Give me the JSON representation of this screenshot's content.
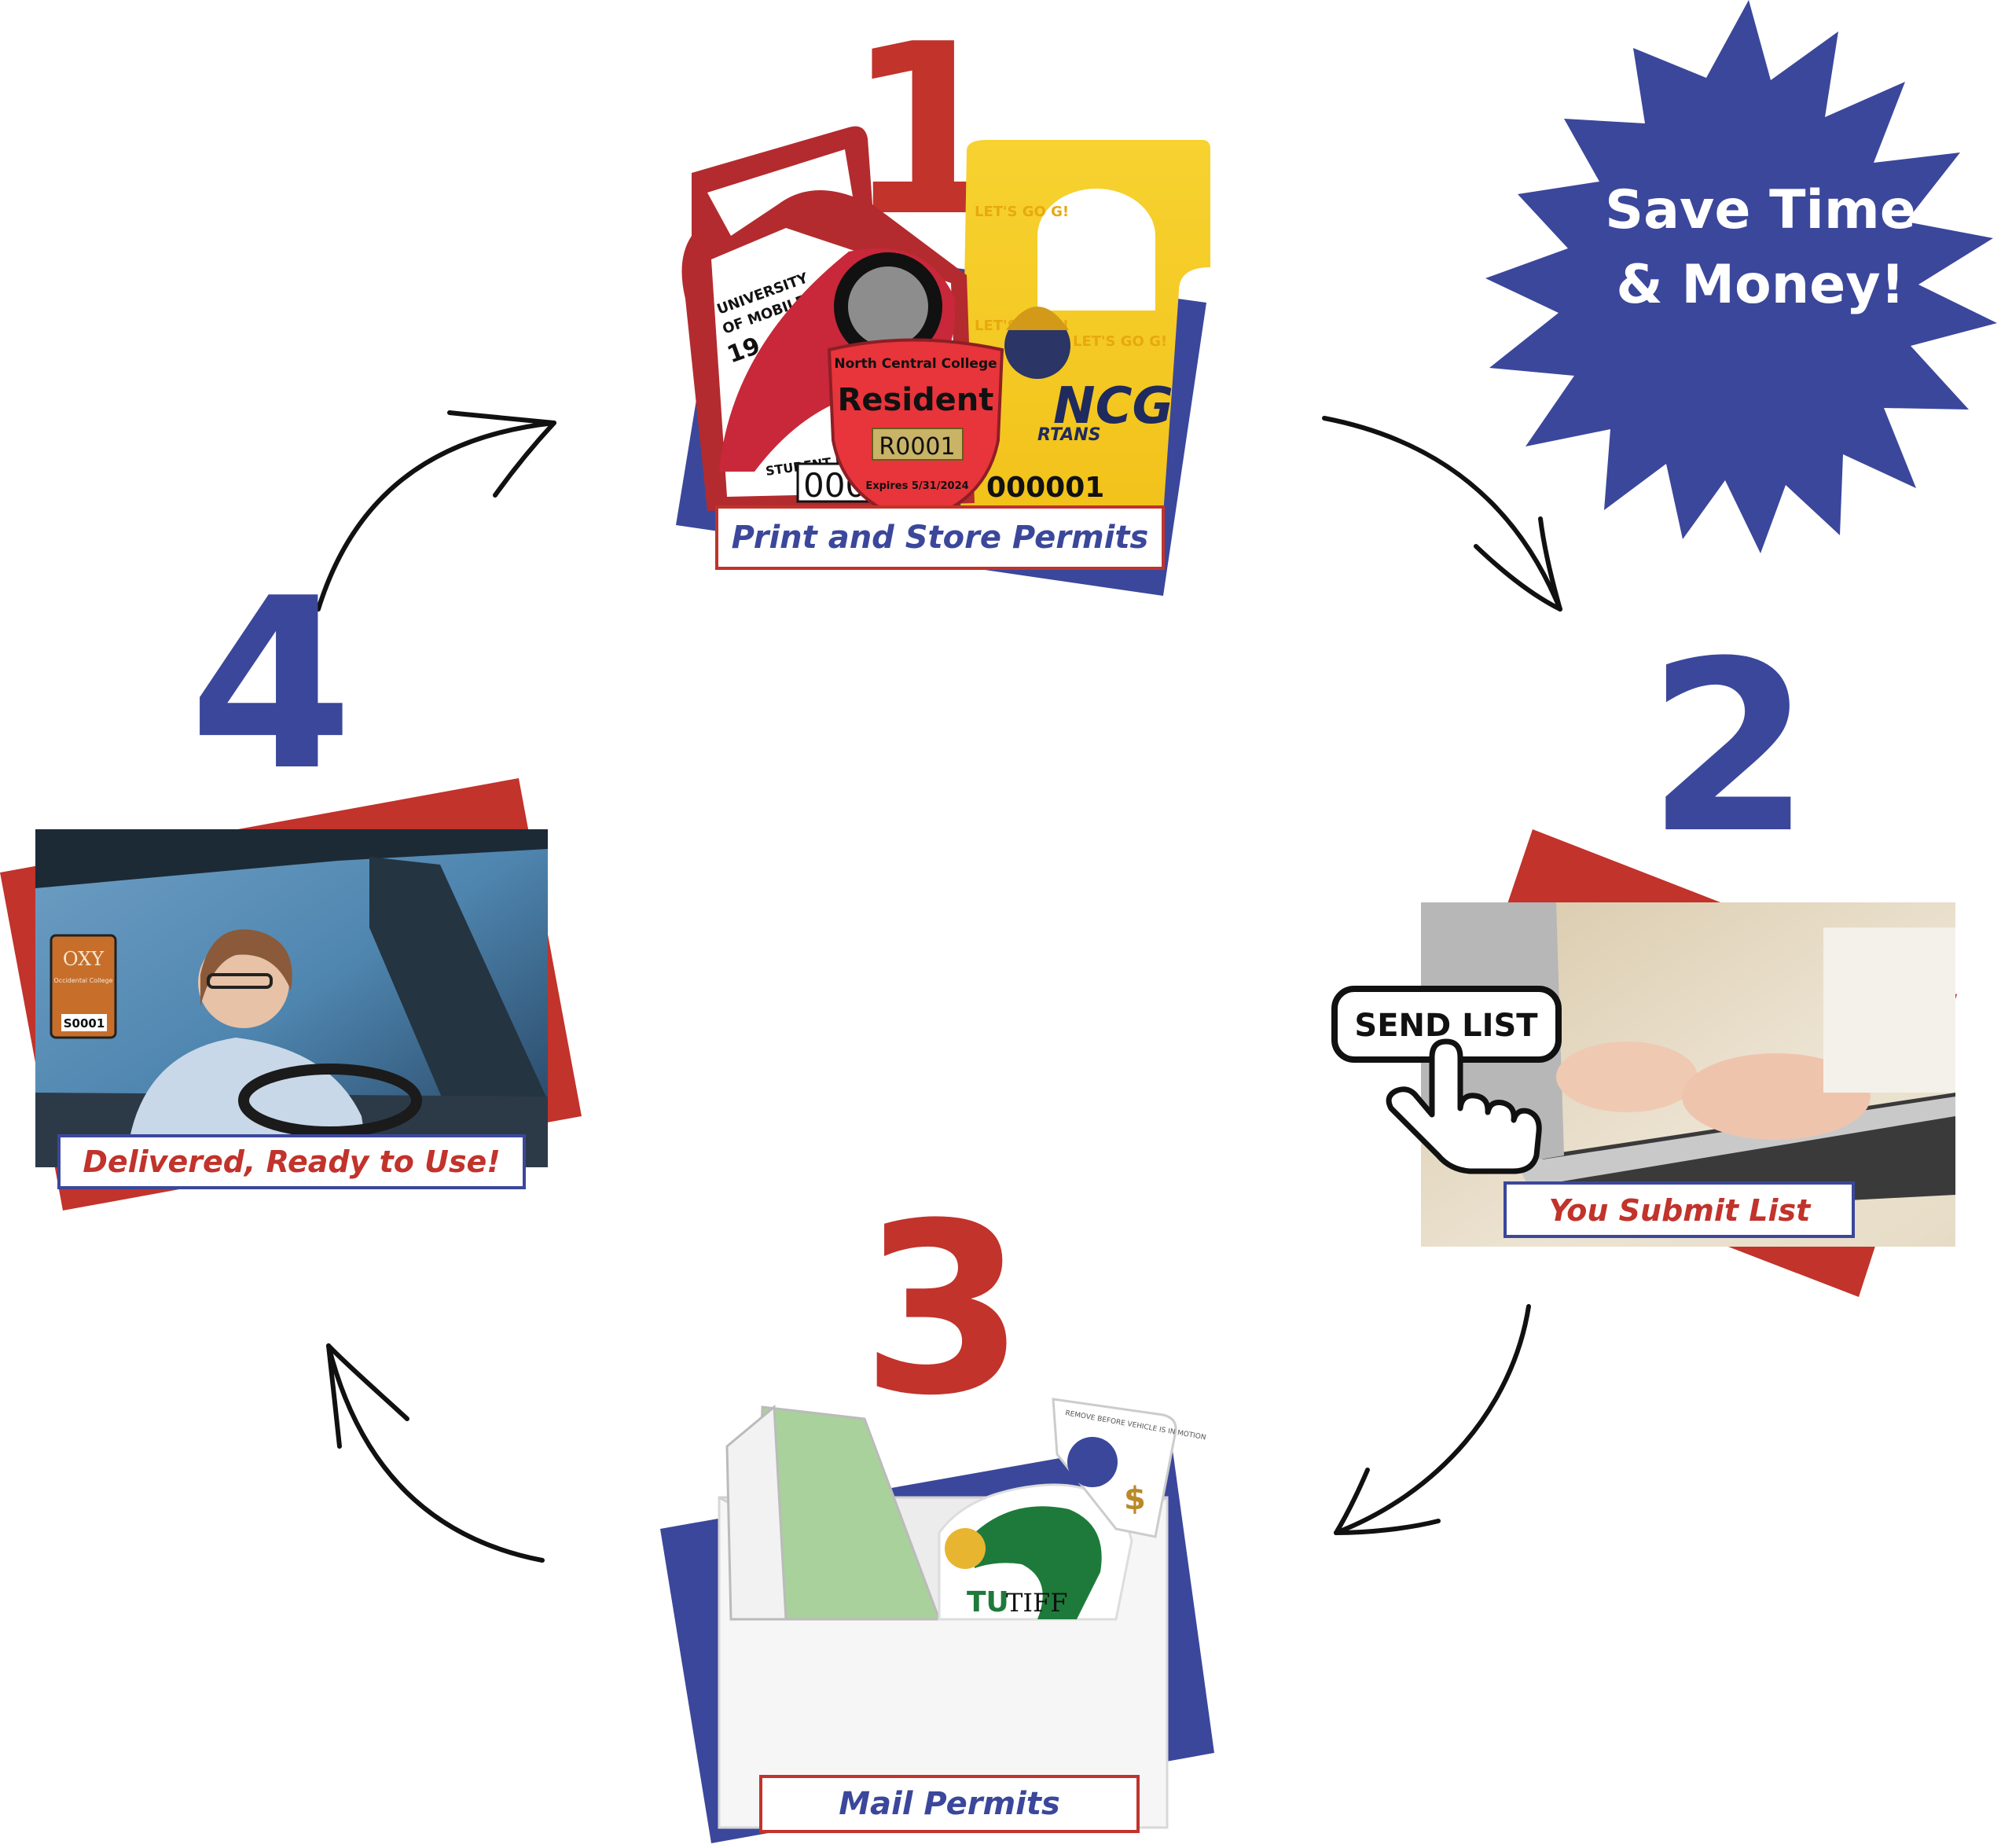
{
  "badge": {
    "line1": "Save Time",
    "line2": "& Money!"
  },
  "steps": [
    {
      "number": "1",
      "caption": "Print and Store Permits"
    },
    {
      "number": "2",
      "caption": "You Submit List"
    },
    {
      "number": "3",
      "caption": "Mail Permits"
    },
    {
      "number": "4",
      "caption": "Delivered, Ready to Use!"
    }
  ],
  "permits": {
    "school1": "UNIVERSITY",
    "school1b": "OF MOBILE",
    "year": "19 - 20",
    "college": "North Central College",
    "resident": "Resident",
    "code": "R0001",
    "expires": "Expires 5/31/2024",
    "student": "STUDENT RA",
    "num1": "000",
    "num2": "000001",
    "team": "RTANS",
    "team_logo": "NCG",
    "slogan": "LET'S GO G!"
  },
  "send_button": "SEND LIST",
  "car_tag": {
    "brand": "OXY",
    "sub": "Occidental College",
    "code": "S0001"
  },
  "mail": {
    "tag_logo": "TU",
    "tag_name": "TIFF",
    "tag_note": "REMOVE BEFORE VEHICLE IS IN MOTION"
  },
  "colors": {
    "red": "#c1332b",
    "blue": "#3b479b",
    "caption_border_red": "#c1332b",
    "caption_border_blue": "#3b479b"
  }
}
